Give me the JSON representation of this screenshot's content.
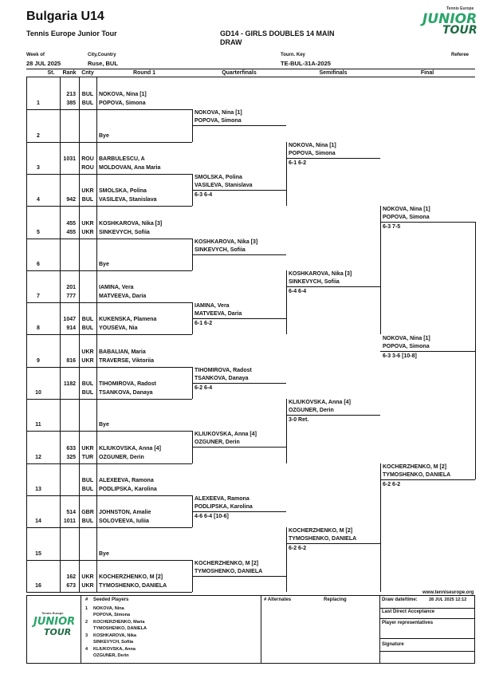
{
  "header": {
    "title": "Bulgaria U14",
    "tour": "Tennis Europe Junior Tour",
    "event_line1": "GD14 - GIRLS DOUBLES 14 MAIN",
    "event_line2": "DRAW",
    "logo_small": "Tennis Europe",
    "logo_big": "JUNIOR",
    "logo_big2": "TOUR",
    "week_label": "Week of",
    "week_value": "28 JUL 2025",
    "city_label": "City,Country",
    "city_value": "Ruse, BUL",
    "key_label": "Tourn. Key",
    "key_value": "TE-BUL-31A-2025",
    "referee_label": "Referee"
  },
  "columns": {
    "st": "St.",
    "rank": "Rank",
    "cnty": "Cnty",
    "r1": "Round 1",
    "qf": "Quarterfinals",
    "sf": "Semifinals",
    "f": "Final"
  },
  "round1": [
    {
      "n": "1",
      "r1": "213",
      "r2": "385",
      "c1": "BUL",
      "c2": "BUL",
      "p1": "NOKOVA, Nina [1]",
      "p2": "POPOVA, Simona"
    },
    {
      "n": "2",
      "bye": "Bye"
    },
    {
      "n": "3",
      "r1": "1031",
      "r2": "",
      "c1": "ROU",
      "c2": "ROU",
      "p1": "BARBULESCU, A",
      "p2": "MOLDOVAN, Ana Maria"
    },
    {
      "n": "4",
      "r1": "",
      "r2": "942",
      "c1": "UKR",
      "c2": "BUL",
      "p1": "SMOLSKA, Polina",
      "p2": "VASILEVA, Stanislava"
    },
    {
      "n": "5",
      "r1": "455",
      "r2": "455",
      "c1": "UKR",
      "c2": "UKR",
      "p1": "KOSHKAROVA, Nika [3]",
      "p2": "SINKEVYCH, Sofiia"
    },
    {
      "n": "6",
      "bye": "Bye"
    },
    {
      "n": "7",
      "r1": "201",
      "r2": "777",
      "c1": "",
      "c2": "",
      "p1": "IAMINA, Vera",
      "p2": "MATVEEVA, Daria"
    },
    {
      "n": "8",
      "r1": "1047",
      "r2": "914",
      "c1": "BUL",
      "c2": "BUL",
      "p1": "KUKENSKA, Plamena",
      "p2": "YOUSEVA, Nia"
    },
    {
      "n": "9",
      "r1": "",
      "r2": "816",
      "c1": "UKR",
      "c2": "UKR",
      "p1": "BABALIAN, Maria",
      "p2": "TRAVERSE, Viktoriia"
    },
    {
      "n": "10",
      "r1": "1182",
      "r2": "",
      "c1": "BUL",
      "c2": "BUL",
      "p1": "TIHOMIROVA, Radost",
      "p2": "TSANKOVA, Danaya"
    },
    {
      "n": "11",
      "bye": "Bye"
    },
    {
      "n": "12",
      "r1": "633",
      "r2": "325",
      "c1": "UKR",
      "c2": "TUR",
      "p1": "KLIUKOVSKA, Anna [4]",
      "p2": "OZGUNER, Derin"
    },
    {
      "n": "13",
      "r1": "",
      "r2": "",
      "c1": "BUL",
      "c2": "BUL",
      "p1": "ALEXEEVA, Ramona",
      "p2": "PODLIPSKA, Karolina"
    },
    {
      "n": "14",
      "r1": "514",
      "r2": "1011",
      "c1": "GBR",
      "c2": "BUL",
      "p1": "JOHNSTON, Amalie",
      "p2": "SOLOVEEVA, Iuliia"
    },
    {
      "n": "15",
      "bye": "Bye"
    },
    {
      "n": "16",
      "r1": "162",
      "r2": "673",
      "c1": "UKR",
      "c2": "UKR",
      "p1": "KOCHERZHENKO, M [2]",
      "p2": "TYMOSHENKO, DANIELA"
    }
  ],
  "qf": [
    {
      "p1": "NOKOVA, Nina [1]",
      "p2": "POPOVA, Simona",
      "score": ""
    },
    {
      "p1": "SMOLSKA, Polina",
      "p2": "VASILEVA, Stanislava",
      "score": "6-3 6-4"
    },
    {
      "p1": "KOSHKAROVA, Nika [3]",
      "p2": "SINKEVYCH, Sofiia",
      "score": ""
    },
    {
      "p1": "IAMINA, Vera",
      "p2": "MATVEEVA, Daria",
      "score": "6-1 6-2"
    },
    {
      "p1": "TIHOMIROVA, Radost",
      "p2": "TSANKOVA, Danaya",
      "score": "6-2 6-4"
    },
    {
      "p1": "KLIUKOVSKA, Anna [4]",
      "p2": "OZGUNER, Derin",
      "score": ""
    },
    {
      "p1": "ALEXEEVA, Ramona",
      "p2": "PODLIPSKA, Karolina",
      "score": "4-6 6-4 [10-6]"
    },
    {
      "p1": "KOCHERZHENKO, M [2]",
      "p2": "TYMOSHENKO, DANIELA",
      "score": ""
    }
  ],
  "sf": [
    {
      "p1": "NOKOVA, Nina [1]",
      "p2": "POPOVA, Simona",
      "score": "6-1 6-2"
    },
    {
      "p1": "KOSHKAROVA, Nika [3]",
      "p2": "SINKEVYCH, Sofiia",
      "score": "6-4 6-4"
    },
    {
      "p1": "KLIUKOVSKA, Anna [4]",
      "p2": "OZGUNER, Derin",
      "score": "3-0 Ret."
    },
    {
      "p1": "KOCHERZHENKO, M [2]",
      "p2": "TYMOSHENKO, DANIELA",
      "score": "6-2 6-2"
    }
  ],
  "final": [
    {
      "p1": "NOKOVA, Nina [1]",
      "p2": "POPOVA, Simona",
      "score": "6-3 7-5"
    },
    {
      "p1": "KOCHERZHENKO, M [2]",
      "p2": "TYMOSHENKO, DANIELA",
      "score": "6-2 6-2"
    }
  ],
  "winner": {
    "p1": "NOKOVA, Nina [1]",
    "p2": "POPOVA, Simona",
    "score": "6-3 3-6 [10-8]"
  },
  "footer": {
    "website": "www.tenniseurope.org",
    "seeded_hash": "#",
    "seeded_label": "Seeded Players",
    "seeds": [
      {
        "n": "1",
        "a": "NOKOVA, Nina",
        "b": "POPOVA, Simona"
      },
      {
        "n": "2",
        "a": "KOCHERZHENKO, Maria",
        "b": "TYMOSHENKO, DANIELA"
      },
      {
        "n": "3",
        "a": "KOSHKAROVA, Nika",
        "b": "SINKEVYCH, Sofiia"
      },
      {
        "n": "4",
        "a": "KLIUKOVSKA, Anna",
        "b": "OZGUNER, Derin"
      }
    ],
    "alternates_label": "# Alternates",
    "replacing_label": "Replacing",
    "draw_date_label": "Draw date/time:",
    "draw_date_value": "28 JUL 2025 12:12",
    "last_da_label": "Last Direct Acceptance",
    "player_rep_label": "Player representatives",
    "signature_label": "Signature"
  }
}
